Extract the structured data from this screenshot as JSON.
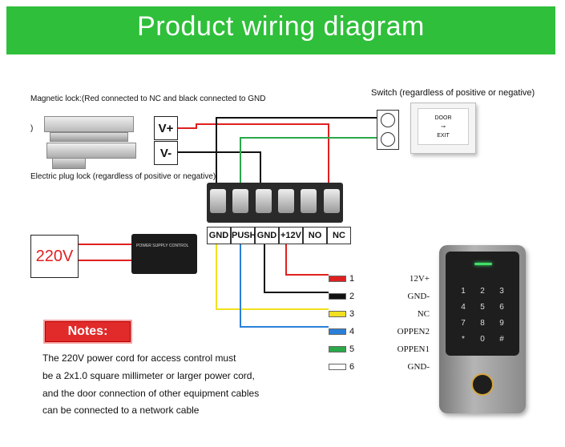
{
  "title": "Product wiring diagram",
  "magnetic_lock_label": "Magnetic lock:(Red connected to NC and black connected to GND",
  "magnetic_lock_label_cont": ")",
  "electric_lock_label": "Electric plug lock (regardless of positive or negative)",
  "switch_label": "Switch (regardless of positive or negative)",
  "switch_plate": {
    "line1": "DOOR",
    "line2": "EXIT"
  },
  "v_plus": "V+",
  "v_minus": "V-",
  "terminals": [
    "GND",
    "PUSH",
    "GND",
    "+12V",
    "NO",
    "NC"
  ],
  "power_220": "220V",
  "psu_label": "POWER SUPPLY CONTROL",
  "legend": [
    {
      "num": "1",
      "text": "12V+",
      "color": "#e02020"
    },
    {
      "num": "2",
      "text": "GND-",
      "color": "#111111"
    },
    {
      "num": "3",
      "text": "NC",
      "color": "#f0e020"
    },
    {
      "num": "4",
      "text": "OPPEN2",
      "color": "#2a7fd8"
    },
    {
      "num": "5",
      "text": "OPPEN1",
      "color": "#2aa84a"
    },
    {
      "num": "6",
      "text": "GND-",
      "color": "#ffffff"
    }
  ],
  "notes_label": "Notes:",
  "notes": [
    "The 220V power cord for access control must",
    "be a 2x1.0 square millimeter or larger power cord,",
    "and the door connection of other equipment cables",
    "can be connected to a network cable"
  ],
  "keypad_keys": [
    "1",
    "2",
    "3",
    "4",
    "5",
    "6",
    "7",
    "8",
    "9",
    "*",
    "0",
    "#"
  ],
  "colors": {
    "banner": "#2fbf3a",
    "red": "#e02020",
    "green": "#2aa84a",
    "blue": "#2a7fd8",
    "yellow": "#f0e020"
  }
}
